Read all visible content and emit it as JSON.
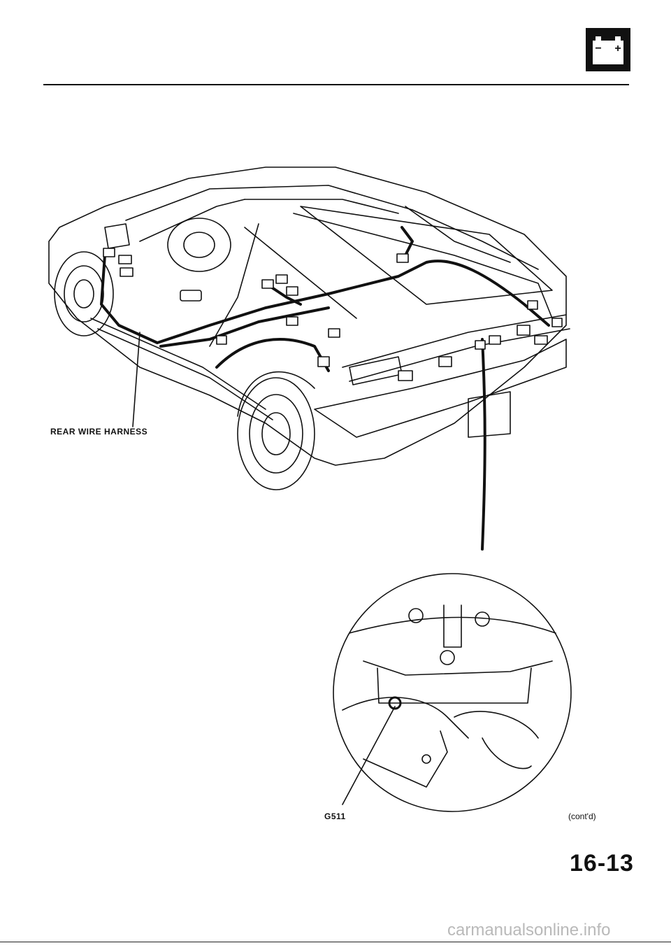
{
  "header": {
    "icon": "battery-icon",
    "icon_symbols": {
      "minus": "−",
      "plus": "+"
    }
  },
  "figure": {
    "harness_label": "REAR WIRE HARNESS",
    "ground_label": "G511"
  },
  "footer": {
    "continued": "(cont'd)",
    "page_number": "16-13",
    "watermark": "carmanualsonline.info"
  }
}
